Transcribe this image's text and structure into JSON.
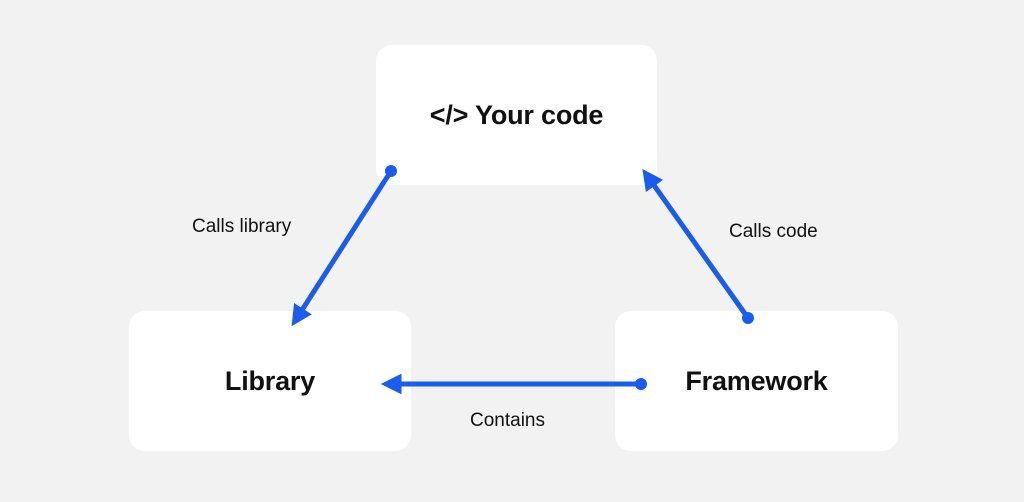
{
  "nodes": {
    "your_code": "</> Your code",
    "library": "Library",
    "framework": "Framework"
  },
  "edges": {
    "calls_library": "Calls library",
    "calls_code": "Calls code",
    "contains": "Contains"
  },
  "colors": {
    "background": "#f2f2f2",
    "node_fill": "#ffffff",
    "arrow": "#1a5cf0",
    "text": "#111111"
  }
}
